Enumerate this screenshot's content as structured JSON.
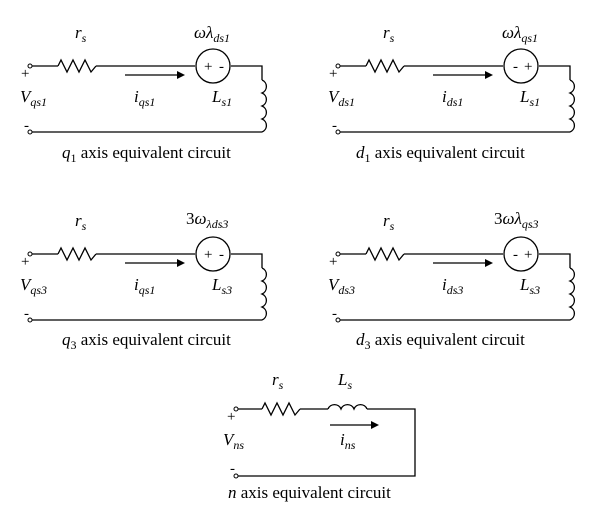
{
  "circuits": [
    {
      "id": "q1",
      "polarity": "+-",
      "labels": {
        "r": "r",
        "r_sub": "s",
        "src_pre": "",
        "src_sym": "ωλ",
        "src_sub": "ds1",
        "v": "V",
        "v_sub": "qs1",
        "i": "i",
        "i_sub": "qs1",
        "L": "L",
        "L_sub": "s1",
        "plus": "+",
        "minus": "-",
        "cap_var": "q",
        "cap_sub": "1",
        "cap_text": " axis equivalent circuit"
      }
    },
    {
      "id": "d1",
      "polarity": "-+",
      "labels": {
        "r": "r",
        "r_sub": "s",
        "src_pre": "",
        "src_sym": "ωλ",
        "src_sub": "qs1",
        "v": "V",
        "v_sub": "ds1",
        "i": "i",
        "i_sub": "ds1",
        "L": "L",
        "L_sub": "s1",
        "plus": "+",
        "minus": "-",
        "cap_var": "d",
        "cap_sub": "1",
        "cap_text": " axis equivalent circuit"
      }
    },
    {
      "id": "q3",
      "polarity": "+-",
      "labels": {
        "r": "r",
        "r_sub": "s",
        "src_pre": "3",
        "src_sym": "ω",
        "src_sub": "λds3",
        "v": "V",
        "v_sub": "qs3",
        "i": "i",
        "i_sub": "qs1",
        "L": "L",
        "L_sub": "s3",
        "plus": "+",
        "minus": "-",
        "cap_var": "q",
        "cap_sub": "3",
        "cap_text": " axis equivalent circuit"
      }
    },
    {
      "id": "d3",
      "polarity": "-+",
      "labels": {
        "r": "r",
        "r_sub": "s",
        "src_pre": "3",
        "src_sym": "ωλ",
        "src_sub": "qs3",
        "v": "V",
        "v_sub": "ds3",
        "i": "i",
        "i_sub": "ds3",
        "L": "L",
        "L_sub": "s3",
        "plus": "+",
        "minus": "-",
        "cap_var": "d",
        "cap_sub": "3",
        "cap_text": " axis equivalent circuit"
      }
    }
  ],
  "neutral": {
    "r": "r",
    "r_sub": "s",
    "L": "L",
    "L_sub": "s",
    "v": "V",
    "v_sub": "ns",
    "i": "i",
    "i_sub": "ns",
    "plus": "+",
    "minus": "-",
    "cap_var": "n",
    "cap_text": " axis equivalent circuit"
  }
}
